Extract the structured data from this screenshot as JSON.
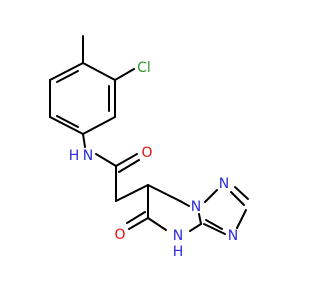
{
  "molecule": {
    "atoms": {
      "cl": "Cl",
      "amide_n": "N",
      "amide_h": "H",
      "amide_o": "O",
      "ring_o": "O",
      "ring_n1": "N",
      "ring_n2": "N",
      "ring_n3": "N",
      "ring_n4": "N",
      "ring_n4_h": "H"
    },
    "colors": {
      "carbon": "#000000",
      "nitrogen": "#2b2bd9",
      "oxygen": "#e01010",
      "chlorine": "#2a9a2a"
    }
  }
}
